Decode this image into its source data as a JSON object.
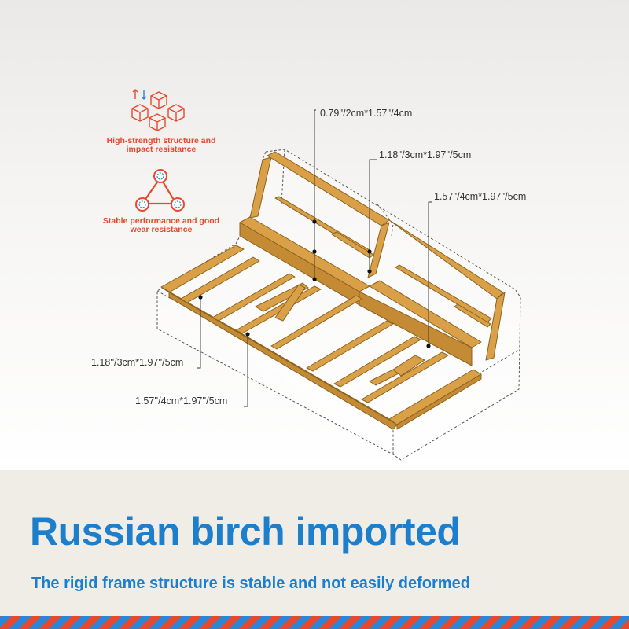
{
  "features": [
    {
      "text": "High-strength structure and impact resistance",
      "icon": "cubes-icon"
    },
    {
      "text": "Stable performance and good wear resistance",
      "icon": "triangle-nodes-icon"
    }
  ],
  "dimensions": {
    "top_1": "0.79''/2cm*1.57''/4cm",
    "top_2": "1.18''/3cm*1.97''/5cm",
    "top_3": "1.57''/4cm*1.97''/5cm",
    "left_1": "1.18''/3cm*1.97''/5cm",
    "left_2": "1.57''/4cm*1.97''/5cm"
  },
  "headline": "Russian birch imported",
  "subtitle": "The rigid frame structure is stable and not easily deformed",
  "colors": {
    "accent_red": "#e8482c",
    "accent_blue": "#1d7fcc",
    "wood": "#d9a048",
    "wood_edge": "#8a6220"
  }
}
